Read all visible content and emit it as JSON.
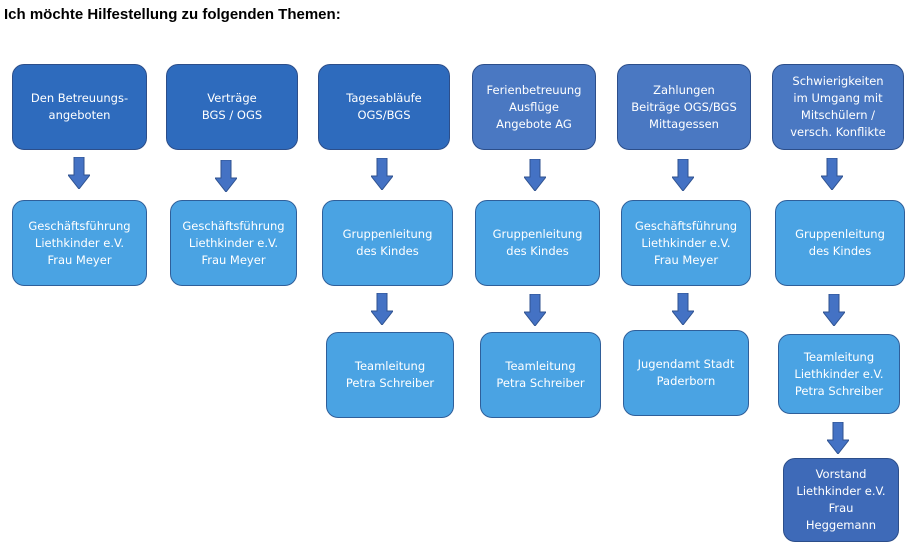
{
  "heading": "Ich möchte Hilfestellung zu folgenden Themen:",
  "colors": {
    "topic_dark": "#2e6bbd",
    "topic_mid": "#4a78c2",
    "contact": "#4aa3e3",
    "board": "#3e6ab8",
    "arrow": "#4472c4"
  },
  "columns": [
    {
      "topic": "Den Betreuungs-\nangeboten",
      "steps": [
        "Geschäftsführung\nLiethkinder e.V.\nFrau Meyer"
      ]
    },
    {
      "topic": "Verträge\nBGS / OGS",
      "steps": [
        "Geschäftsführung\nLiethkinder e.V.\nFrau Meyer"
      ]
    },
    {
      "topic": "Tagesabläufe\nOGS/BGS",
      "steps": [
        "Gruppenleitung\ndes Kindes",
        "Teamleitung\nPetra Schreiber"
      ]
    },
    {
      "topic": "Ferienbetreuung\nAusflüge\nAngebote AG",
      "steps": [
        "Gruppenleitung\ndes Kindes",
        "Teamleitung\nPetra Schreiber"
      ]
    },
    {
      "topic": "Zahlungen\nBeiträge OGS/BGS\nMittagessen",
      "steps": [
        "Geschäftsführung\nLiethkinder e.V.\nFrau Meyer",
        "Jugendamt Stadt\nPaderborn"
      ]
    },
    {
      "topic": "Schwierigkeiten\nim Umgang mit\nMitschülern /\nversch. Konflikte",
      "steps": [
        "Gruppenleitung\ndes Kindes",
        "Teamleitung\nLiethkinder e.V.\nPetra Schreiber",
        "Vorstand\nLiethkinder e.V.\nFrau\nHeggemann"
      ]
    }
  ]
}
